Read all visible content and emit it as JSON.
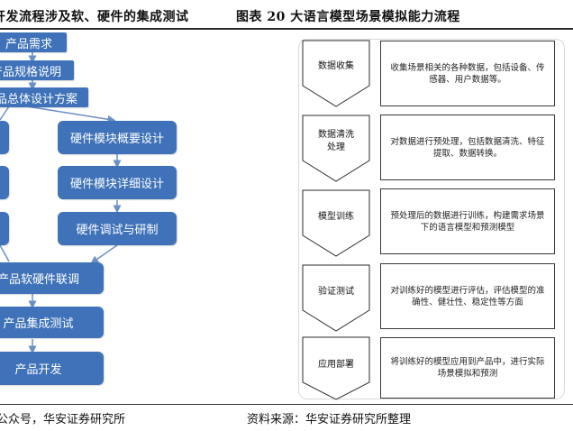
{
  "header": {
    "left_title": "开发流程涉及软、硬件的集成测试",
    "right_title": "图表 20  大语言模型场景模拟能力流程"
  },
  "flowchart": {
    "boxes": [
      "产品需求",
      "产品规格说明",
      "产品总体设计方案",
      "硬件模块概要设计",
      "硬件模块详细设计",
      "硬件调试与研制",
      "产品软硬件联调",
      "产品集成测试",
      "产品开发"
    ]
  },
  "process": {
    "steps": [
      {
        "label": "数据收集",
        "desc": "收集场景相关的各种数据，包括设备、传感器、用户数据等。"
      },
      {
        "label": "数据清洗处理",
        "desc": "对数据进行预处理，包括数据清洗、特征提取、数据转换。"
      },
      {
        "label": "模型训练",
        "desc": "预处理后的数据进行训练，构建需求场景下的语言模型和预测模型"
      },
      {
        "label": "验证测试",
        "desc": "对训练好的模型进行评估，评估模型的准确性、健壮性、稳定性等方面"
      },
      {
        "label": "应用部署",
        "desc": "将训练好的模型应用到产品中，进行实际场景模拟和预测"
      }
    ]
  },
  "footer": {
    "left_source": "公众号，华安证券研究所",
    "right_source": "资料来源：华安证券研究所整理"
  },
  "colors": {
    "box_fill": "#3f72b8",
    "connector": "#6b8fc7",
    "chevron_stroke": "#2b2b2b"
  }
}
